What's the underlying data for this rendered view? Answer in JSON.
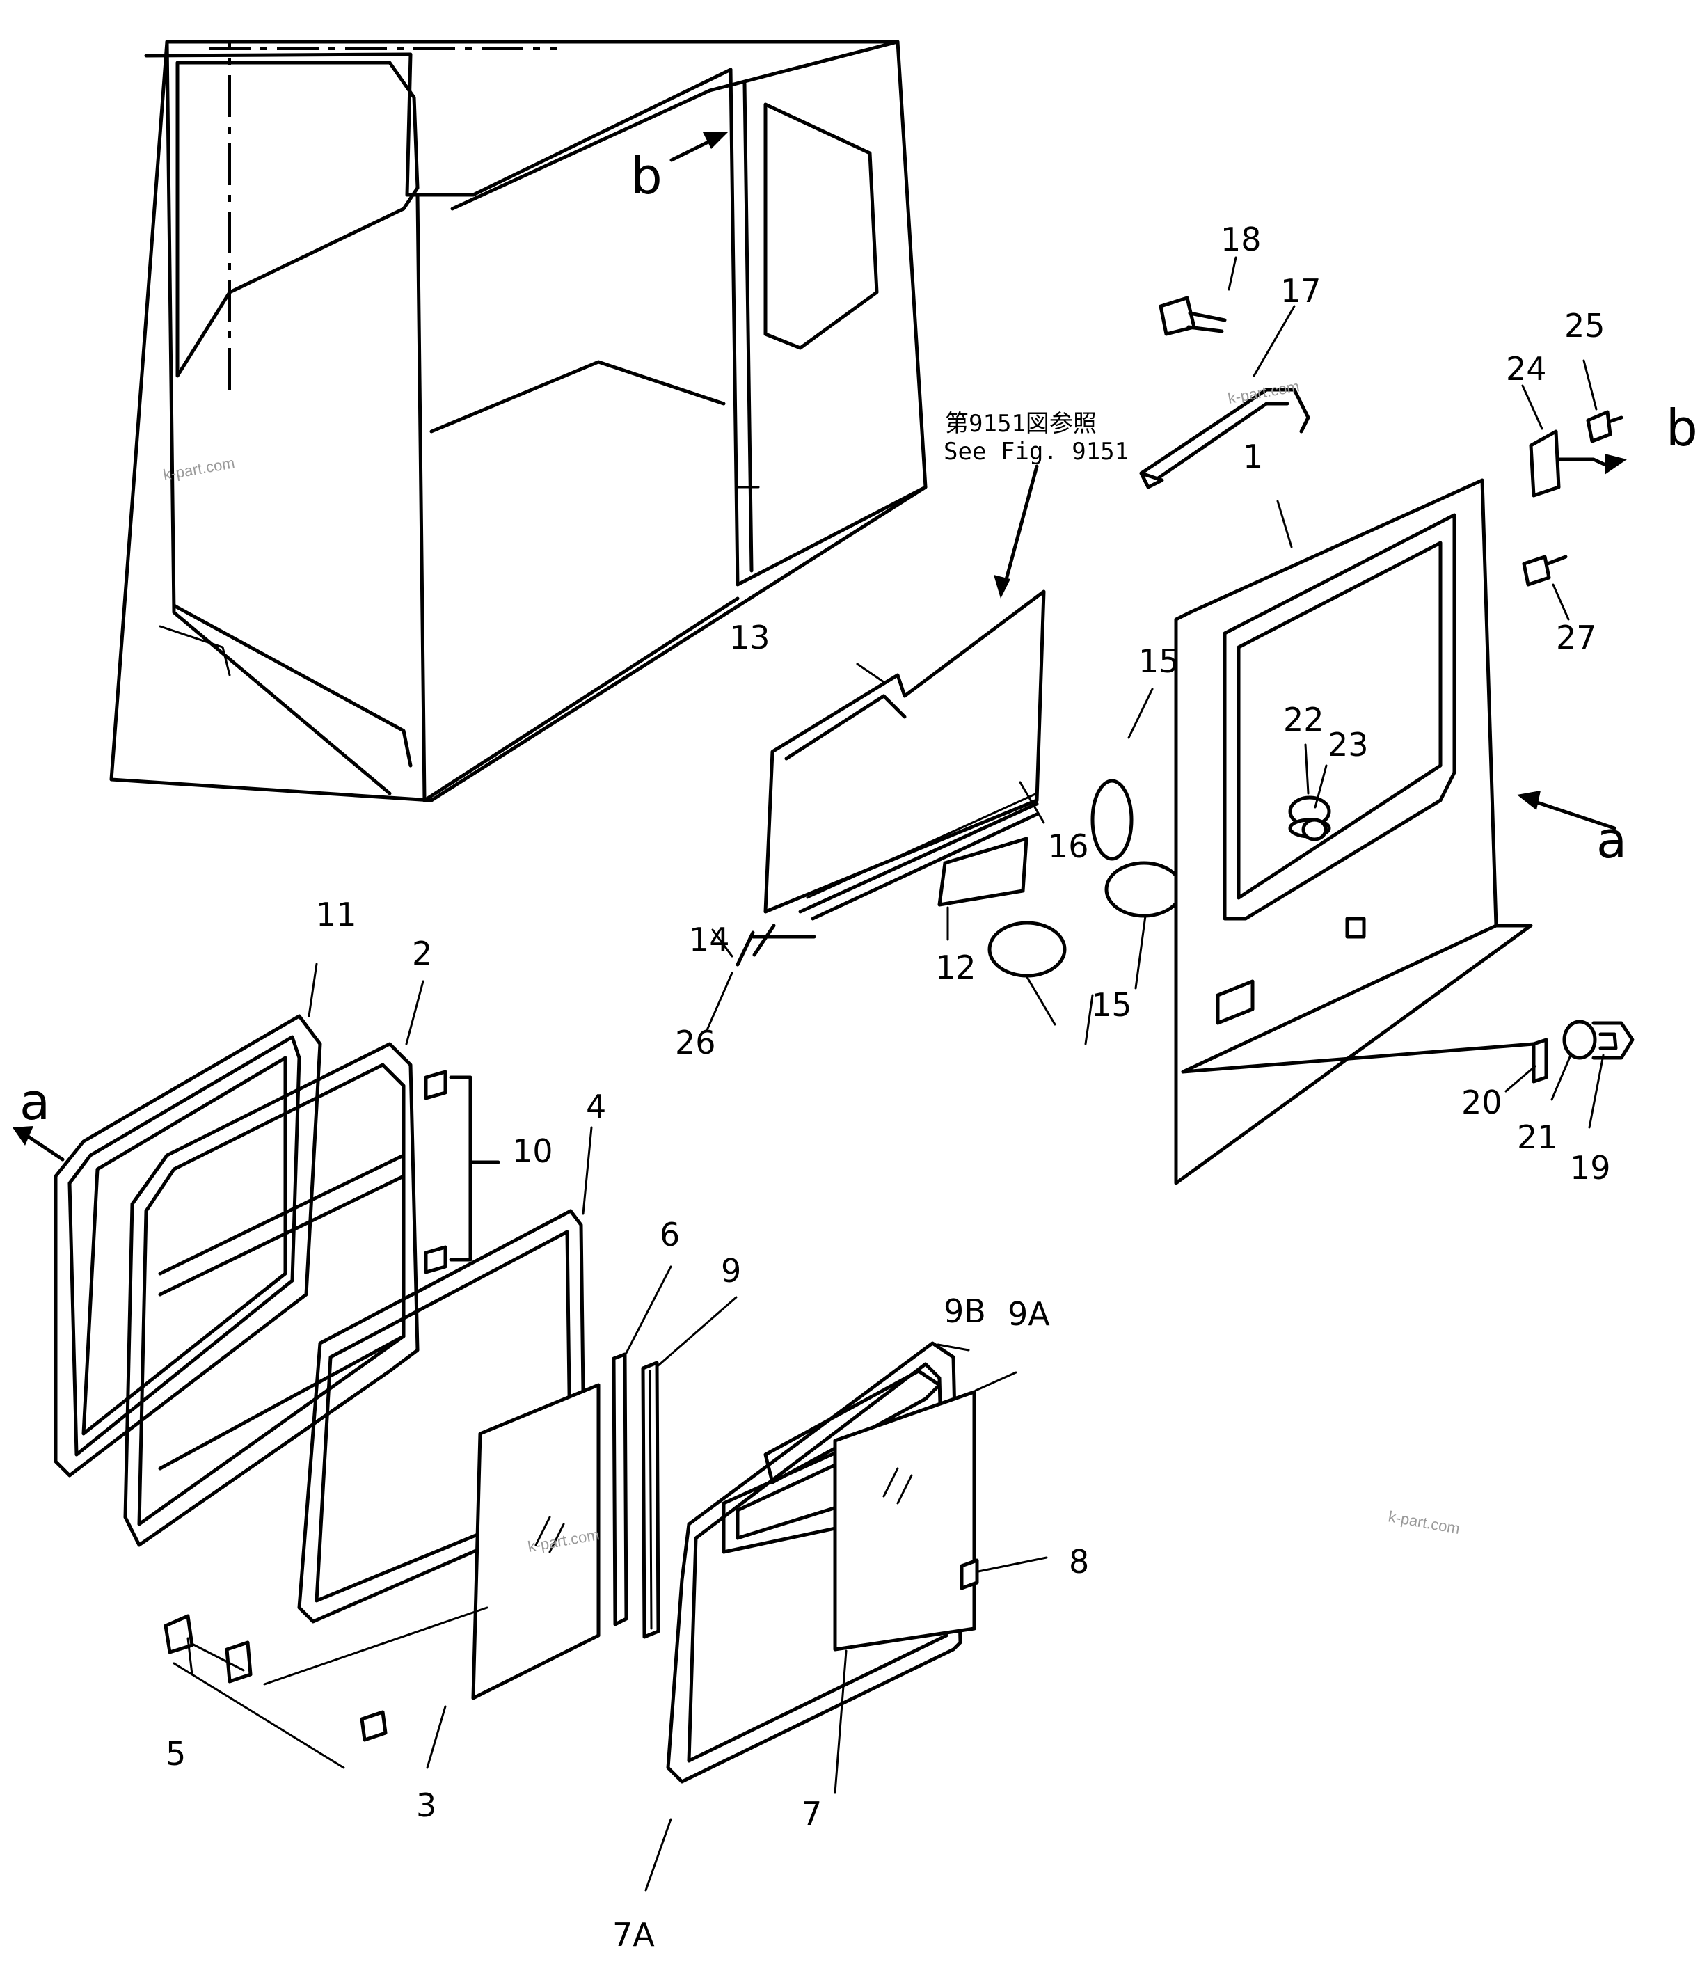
{
  "figure_reference": {
    "japanese": "第9151図参照",
    "english": "See Fig. 9151"
  },
  "view_markers": [
    "a",
    "b"
  ],
  "watermark": "k-part.com",
  "callouts": [
    "1",
    "2",
    "3",
    "4",
    "5",
    "6",
    "7",
    "7A",
    "8",
    "9",
    "9A",
    "9B",
    "10",
    "11",
    "12",
    "13",
    "14",
    "15",
    "16",
    "17",
    "18",
    "19",
    "20",
    "21",
    "22",
    "23",
    "24",
    "25",
    "26",
    "27"
  ],
  "callout_15_repeat": "15"
}
